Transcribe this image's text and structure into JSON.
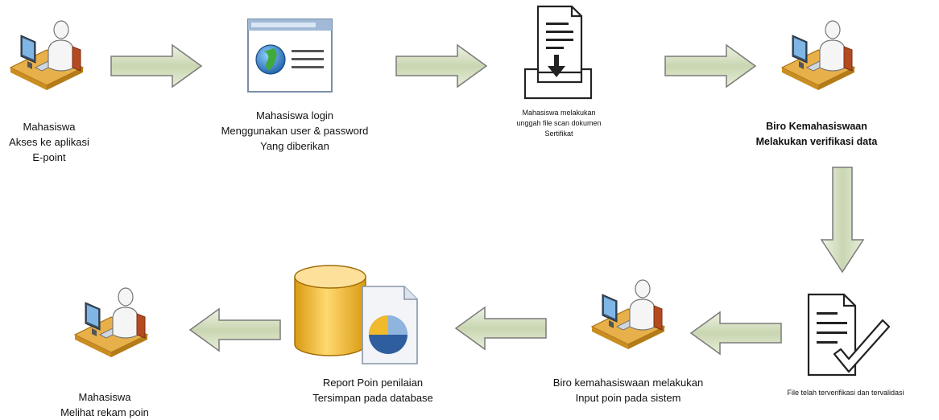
{
  "steps": {
    "s1": {
      "lines": [
        "Mahasiswa",
        "Akses ke aplikasi",
        "E-point"
      ]
    },
    "s2": {
      "lines": [
        "Mahasiswa login",
        "Menggunakan user & password",
        "Yang diberikan"
      ]
    },
    "s3": {
      "lines": [
        "Mahasiswa melakukan",
        "unggah file scan dokumen",
        "Sertifikat"
      ]
    },
    "s4": {
      "lines": [
        "Biro Kemahasiswaan",
        "Melakukan verifikasi data"
      ]
    },
    "s5": {
      "lines": [
        "File telah terverifikasi dan tervalidasi"
      ]
    },
    "s6": {
      "lines": [
        "Biro kemahasiswaan melakukan",
        "Input poin pada sistem"
      ]
    },
    "s7": {
      "lines": [
        "Report Poin penilaian",
        "Tersimpan pada database"
      ]
    },
    "s8": {
      "lines": [
        "Mahasiswa",
        "Melihat rekam poin"
      ]
    }
  },
  "icons": {
    "s1": "user-at-computer-icon",
    "s2": "browser-window-globe-icon",
    "s3": "document-upload-tray-icon",
    "s4": "user-at-computer-icon",
    "s5": "document-checkmark-icon",
    "s6": "user-at-computer-icon",
    "s7": "database-report-icon",
    "s8": "user-at-computer-icon"
  },
  "colors": {
    "arrow_fill": "#d6e0c2",
    "arrow_stroke": "#7a7a7a",
    "database": "#f1b92c",
    "globe": "#2f7fc1"
  }
}
